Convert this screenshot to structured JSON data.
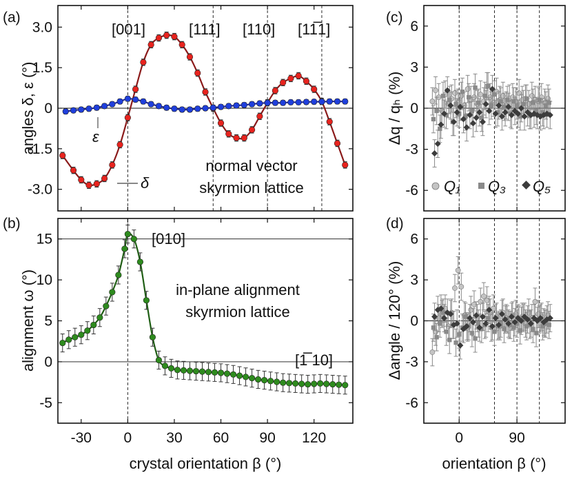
{
  "panels": {
    "a": "(a)",
    "b": "(b)",
    "c": "(c)",
    "d": "(d)"
  },
  "annotations": {
    "a_dir_001": "[001]",
    "a_dir_111": "[111]",
    "a_dir_110": "[110]",
    "a_dir_11m1": "[11̅1]",
    "a_eps": "ε",
    "a_delta": "δ",
    "a_text1": "normal vector",
    "a_text2": "skyrmion lattice",
    "b_dir_010": "[010]",
    "b_dir_m110": "[1̅̅ 10]",
    "b_text1": "in-plane alignment",
    "b_text2": "skyrmion lattice"
  },
  "labels": {
    "a_ylabel": "angles δ, ε (°)",
    "b_ylabel": "alignment ω (°)",
    "c_ylabel": "Δq / qₕ (%)",
    "d_ylabel": "Δangle / 120° (%)",
    "b_xlabel": "crystal orientation β (°)",
    "d_xlabel": "orientation β (°)"
  },
  "legend_c": [
    "Q₁",
    "Q₃",
    "Q₅"
  ],
  "colors": {
    "delta_points": "#e8231e",
    "delta_fit": "#8b1a1a",
    "eps_points": "#1f3fdc",
    "eps_fit": "#1a22a8",
    "omega_points": "#2e8b1e",
    "omega_fit": "#1f5e14",
    "q1": "#c4c4c4",
    "q3": "#8a8a8a",
    "q5": "#3c3c3c"
  },
  "chart_data": [
    {
      "panel": "(a)",
      "type": "scatter",
      "ylabel": "angles δ, ε (°)",
      "xlim": [
        -45,
        145
      ],
      "ylim": [
        -3.8,
        3.8
      ],
      "x_ticks": [
        -30,
        0,
        30,
        60,
        90,
        120
      ],
      "y_ticks": [
        -3.0,
        -1.5,
        0,
        1.5,
        3.0
      ],
      "y_tick_labels": [
        "-3.0",
        "-1.5",
        "0",
        "1.5",
        "3.0"
      ],
      "reference_lines": [
        0,
        55,
        90,
        125
      ],
      "series": [
        {
          "name": "δ",
          "x": [
            -42,
            -35,
            -30,
            -25,
            -20,
            -15,
            -10,
            -5,
            0,
            5,
            10,
            15,
            20,
            25,
            30,
            35,
            40,
            45,
            50,
            55,
            60,
            65,
            70,
            75,
            80,
            85,
            90,
            95,
            100,
            105,
            110,
            115,
            120,
            125,
            130,
            135,
            140
          ],
          "y": [
            -1.75,
            -2.3,
            -2.65,
            -2.85,
            -2.8,
            -2.6,
            -2.1,
            -1.35,
            -0.35,
            0.7,
            1.7,
            2.35,
            2.6,
            2.7,
            2.65,
            2.35,
            1.9,
            1.3,
            0.6,
            0.0,
            -0.55,
            -0.95,
            -1.1,
            -1.1,
            -0.8,
            -0.3,
            0.2,
            0.65,
            0.95,
            1.1,
            1.2,
            1.0,
            0.7,
            0.25,
            -0.5,
            -1.3,
            -2.1
          ]
        },
        {
          "name": "ε",
          "x": [
            -40,
            -35,
            -30,
            -25,
            -20,
            -15,
            -10,
            -5,
            0,
            5,
            10,
            15,
            20,
            25,
            30,
            35,
            40,
            45,
            50,
            55,
            60,
            65,
            70,
            75,
            80,
            85,
            90,
            95,
            100,
            105,
            110,
            115,
            120,
            125,
            130,
            135,
            140
          ],
          "y": [
            -0.12,
            -0.08,
            -0.05,
            -0.02,
            0.02,
            0.08,
            0.15,
            0.25,
            0.35,
            0.32,
            0.25,
            0.15,
            0.08,
            0.02,
            -0.02,
            -0.05,
            -0.05,
            -0.02,
            0.0,
            0.02,
            0.05,
            0.08,
            0.1,
            0.12,
            0.15,
            0.18,
            0.2,
            0.2,
            0.2,
            0.22,
            0.22,
            0.23,
            0.24,
            0.24,
            0.25,
            0.25,
            0.25
          ]
        }
      ]
    },
    {
      "panel": "(b)",
      "type": "scatter",
      "xlabel": "crystal orientation β (°)",
      "ylabel": "alignment ω (°)",
      "xlim": [
        -45,
        145
      ],
      "ylim": [
        -7.5,
        17.5
      ],
      "x_ticks": [
        -30,
        0,
        30,
        60,
        90,
        120
      ],
      "y_ticks": [
        -5,
        0,
        5,
        10,
        15
      ],
      "reference_lines_h": [
        15,
        0
      ],
      "reference_lines_v": [
        0
      ],
      "series": [
        {
          "name": "ω",
          "x": [
            -42,
            -38,
            -34,
            -30,
            -26,
            -22,
            -18,
            -14,
            -10,
            -6,
            -2,
            0,
            4,
            8,
            12,
            16,
            20,
            24,
            28,
            32,
            36,
            40,
            44,
            48,
            52,
            56,
            60,
            64,
            68,
            72,
            76,
            80,
            84,
            88,
            92,
            96,
            100,
            104,
            108,
            112,
            116,
            120,
            124,
            128,
            132,
            136,
            140
          ],
          "y": [
            2.3,
            2.7,
            3.0,
            3.3,
            3.8,
            4.5,
            5.4,
            6.8,
            8.5,
            10.6,
            13.8,
            15.6,
            15.0,
            12.2,
            7.5,
            3.0,
            0.2,
            -0.5,
            -0.8,
            -1.0,
            -1.05,
            -1.1,
            -1.15,
            -1.2,
            -1.25,
            -1.3,
            -1.35,
            -1.45,
            -1.55,
            -1.7,
            -1.85,
            -2.0,
            -2.15,
            -2.25,
            -2.35,
            -2.45,
            -2.55,
            -2.6,
            -2.65,
            -2.7,
            -2.75,
            -2.7,
            -2.65,
            -2.7,
            -2.75,
            -2.8,
            -2.85
          ]
        }
      ]
    },
    {
      "panel": "(c)",
      "type": "scatter",
      "ylabel": "Δq / qₕ (%)",
      "ylim": [
        -7.5,
        7.5
      ],
      "y_ticks": [
        -6,
        -3,
        0,
        3,
        6
      ],
      "series": [
        {
          "name": "Q₁",
          "x": [
            -40,
            -35,
            -30,
            -25,
            -20,
            -15,
            -10,
            -5,
            0,
            5,
            10,
            15,
            20,
            25,
            30,
            35,
            40,
            45,
            50,
            55,
            60,
            65,
            70,
            75,
            80,
            85,
            90,
            95,
            100,
            105,
            110,
            115,
            120,
            125,
            130,
            135,
            140
          ],
          "y": [
            0.5,
            1.3,
            0.8,
            -0.2,
            1.0,
            0.3,
            0.7,
            1.1,
            0.4,
            0.9,
            0.2,
            1.4,
            0.6,
            0.8,
            0.3,
            1.0,
            0.5,
            1.6,
            0.8,
            0.4,
            1.2,
            0.6,
            0.9,
            0.2,
            0.7,
            0.8,
            0.5,
            1.1,
            0.6,
            0.7,
            0.3,
            0.9,
            0.6,
            0.5,
            0.8,
            0.4,
            0.7
          ]
        },
        {
          "name": "Q₃",
          "x": [
            -40,
            -35,
            -30,
            -25,
            -20,
            -15,
            -10,
            -5,
            0,
            5,
            10,
            15,
            20,
            25,
            30,
            35,
            40,
            45,
            50,
            55,
            60,
            65,
            70,
            75,
            80,
            85,
            90,
            95,
            100,
            105,
            110,
            115,
            120,
            125,
            130,
            135,
            140
          ],
          "y": [
            -0.8,
            -0.2,
            -1.5,
            0.9,
            -0.5,
            0.6,
            -1.0,
            0.3,
            -0.4,
            1.2,
            -0.6,
            0.8,
            -0.2,
            1.5,
            0.4,
            -0.7,
            0.9,
            1.6,
            0.2,
            1.0,
            -0.3,
            0.5,
            0.1,
            0.6,
            -0.4,
            0.5,
            0.2,
            -0.6,
            0.3,
            0.7,
            -0.5,
            0.4,
            -0.2,
            0.6,
            -0.3,
            0.2,
            0.4
          ]
        },
        {
          "name": "Q₅",
          "x": [
            -40,
            -35,
            -30,
            -25,
            -20,
            -15,
            -10,
            -5,
            0,
            5,
            10,
            15,
            20,
            25,
            30,
            35,
            40,
            45,
            50,
            55,
            60,
            65,
            70,
            75,
            80,
            85,
            90,
            95,
            100,
            105,
            110,
            115,
            120,
            125,
            130,
            135,
            140
          ],
          "y": [
            -3.3,
            -2.6,
            -1.2,
            -0.4,
            1.3,
            0.2,
            -1.0,
            -0.3,
            0.1,
            -0.8,
            -1.4,
            -0.5,
            -1.1,
            -0.7,
            -0.3,
            -1.0,
            0.3,
            -0.2,
            1.4,
            -0.4,
            0.2,
            -0.6,
            -0.3,
            0.1,
            -0.5,
            -0.2,
            -0.4,
            0.0,
            -0.6,
            -0.3,
            -0.5,
            -0.4,
            -0.5,
            -0.6,
            -0.5,
            -0.4,
            -0.5
          ]
        }
      ]
    },
    {
      "panel": "(d)",
      "type": "scatter",
      "xlabel": "orientation β (°)",
      "ylabel": "Δangle / 120° (%)",
      "ylim": [
        -7.5,
        7.5
      ],
      "x_ticks": [
        0,
        90
      ],
      "y_ticks": [
        -6,
        -3,
        0,
        3,
        6
      ],
      "series": [
        {
          "name": "Q₁",
          "x": [
            -40,
            -35,
            -30,
            -25,
            -20,
            -15,
            -10,
            -5,
            0,
            5,
            10,
            15,
            20,
            25,
            30,
            35,
            40,
            45,
            50,
            55,
            60,
            65,
            70,
            75,
            80,
            85,
            90,
            95,
            100,
            105,
            110,
            115,
            120,
            125,
            130,
            135,
            140
          ],
          "y": [
            -2.3,
            -0.8,
            0.2,
            0.5,
            0.9,
            -0.4,
            0.6,
            2.4,
            3.7,
            2.5,
            0.4,
            -0.5,
            0.8,
            1.2,
            0.2,
            1.4,
            1.8,
            1.5,
            0.6,
            0.9,
            0.3,
            -0.4,
            0.6,
            0.2,
            -0.3,
            0.4,
            0.5,
            0.1,
            0.3,
            -0.2,
            0.6,
            0.2,
            1.4,
            0.5,
            0.3,
            -0.2,
            0.4
          ]
        },
        {
          "name": "Q₃",
          "x": [
            -40,
            -35,
            -30,
            -25,
            -20,
            -15,
            -10,
            -5,
            0,
            5,
            10,
            15,
            20,
            25,
            30,
            35,
            40,
            45,
            50,
            55,
            60,
            65,
            70,
            75,
            80,
            85,
            90,
            95,
            100,
            105,
            110,
            115,
            120,
            125,
            130,
            135,
            140
          ],
          "y": [
            -0.5,
            -1.2,
            -0.2,
            0.6,
            -0.8,
            -1.4,
            -0.3,
            -1.6,
            -1.0,
            -0.5,
            0.3,
            -0.4,
            -0.9,
            -1.3,
            -0.2,
            -0.6,
            -0.3,
            0.2,
            -0.5,
            -0.8,
            -0.4,
            -0.2,
            -0.6,
            0.1,
            -0.3,
            -0.5,
            -0.2,
            -0.7,
            0.2,
            -0.4,
            -0.3,
            -0.6,
            -0.9,
            0.1,
            -0.4,
            -0.2,
            -0.3
          ]
        },
        {
          "name": "Q₅",
          "x": [
            -40,
            -35,
            -30,
            -25,
            -20,
            -15,
            -10,
            -5,
            0,
            5,
            10,
            15,
            20,
            25,
            30,
            35,
            40,
            45,
            50,
            55,
            60,
            65,
            70,
            75,
            80,
            85,
            90,
            95,
            100,
            105,
            110,
            115,
            120,
            125,
            130,
            135,
            140
          ],
          "y": [
            0.3,
            0.8,
            0.9,
            0.2,
            0.6,
            0.5,
            -0.3,
            -0.2,
            -1.8,
            -0.6,
            -0.4,
            0.2,
            -0.1,
            0.4,
            -0.5,
            0.3,
            -0.2,
            0.8,
            -0.4,
            0.2,
            -0.3,
            0.5,
            0.1,
            -0.2,
            0.3,
            -0.1,
            0.2,
            0.0,
            0.3,
            0.1,
            -0.2,
            0.2,
            0.0,
            0.2,
            -0.1,
            0.1,
            0.2
          ]
        }
      ]
    }
  ]
}
